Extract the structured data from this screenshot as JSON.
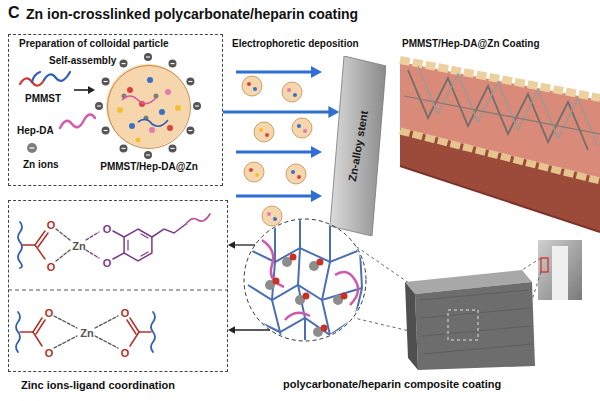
{
  "diagram": {
    "title": "Zn ion-crosslinked polycarbonate/heparin coating",
    "nodes": [
      {
        "text": [
          "Preparation of colloidal particle"
        ]
      },
      {
        "text": [
          "PMMST/Hep-DA@Zn"
        ],
        "in": 0
      },
      {
        "text": [
          "Zn-alloy stent"
        ]
      },
      {
        "text": [
          "Zinc ions-ligand coordination"
        ]
      },
      {
        "text": [
          "polycarbonate/heparin composite coating"
        ]
      }
    ],
    "edges": [
      {
        "from": 0,
        "to": 2,
        "arrow": "to"
      },
      {
        "from": 4,
        "to": 3,
        "arrow": "to"
      },
      {
        "from": 4,
        "to": 3,
        "arrow": "to"
      }
    ],
    "labels": [
      "C",
      "Self-assembly",
      "PMMST",
      "Hep-DA",
      "Zn ions",
      "Electrophoretic deposition",
      "PMMST/Hep-DA@Zn Coating",
      "O",
      "O",
      "Zn",
      "O",
      "O",
      "O",
      "O",
      "Zn",
      "O",
      "O"
    ]
  }
}
